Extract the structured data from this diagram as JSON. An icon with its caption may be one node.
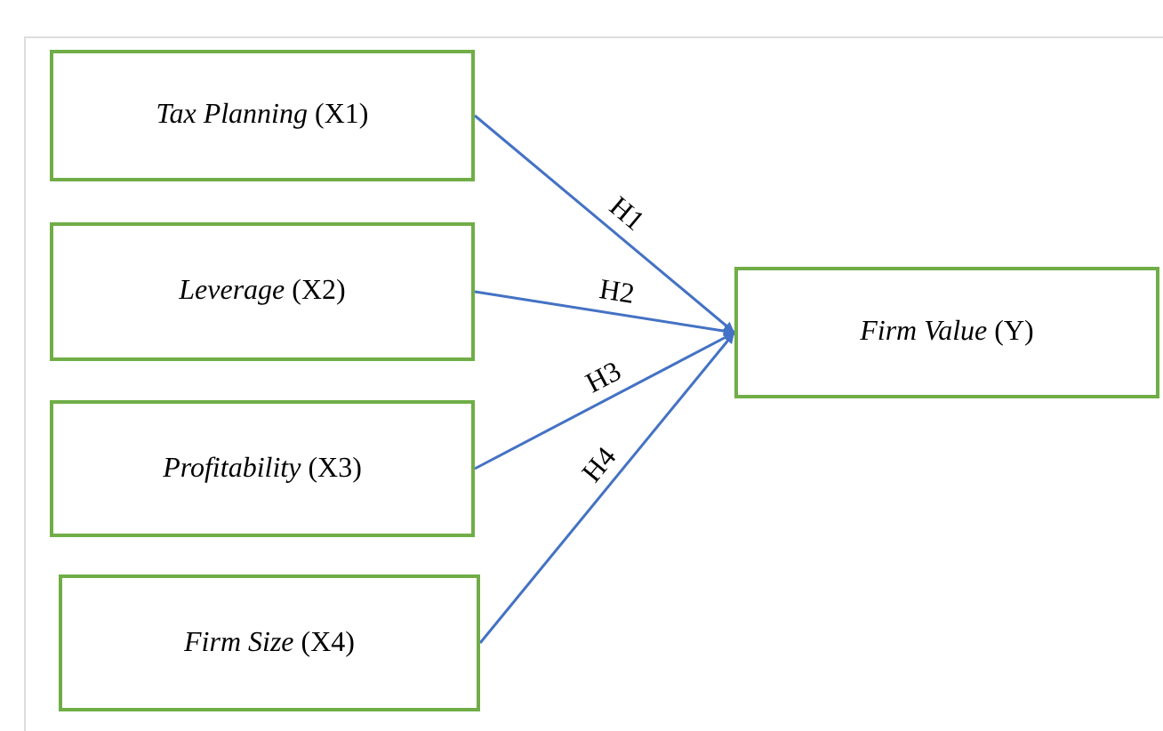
{
  "diagram": {
    "nodes": [
      {
        "text": [
          "*Tax Planning* (X1)"
        ]
      },
      {
        "text": [
          "*Leverage* (X2)"
        ]
      },
      {
        "text": [
          "*Profitability* (X3)"
        ]
      },
      {
        "text": [
          "*Firm Size* (X4)"
        ]
      },
      {
        "text": [
          "*Firm Value* (Y)"
        ]
      }
    ],
    "edges": [
      {
        "from": 0,
        "to": 4,
        "arrow": "to",
        "label": "H1"
      },
      {
        "from": 1,
        "to": 4,
        "arrow": "to",
        "label": "H2"
      },
      {
        "from": 2,
        "to": 4,
        "arrow": "to",
        "label": "H3"
      },
      {
        "from": 3,
        "to": 4,
        "arrow": "to",
        "label": "H4"
      }
    ]
  }
}
